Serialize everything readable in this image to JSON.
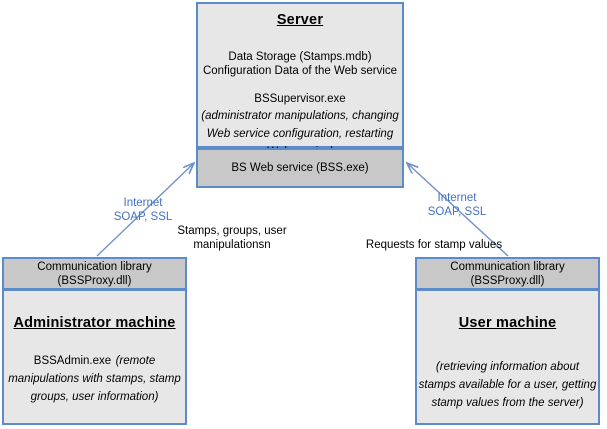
{
  "diagram": {
    "server": {
      "title": "Server",
      "paragraph_1": "Data Storage (Stamps.mdb)\nConfiguration Data of the Web service",
      "paragraph_2": "BSSupervisor.exe",
      "paragraph_2_italic": "(administrator manipulations, changing\nWeb service configuration,\nrestarting Web service)"
    },
    "web_service": {
      "text": "BS Web service\n(BSS.exe)"
    },
    "admin": {
      "library": "Communication library\n(BSSProxy.dll)",
      "title": "Administrator machine",
      "exe": "BSSAdmin.exe",
      "description": "(remote manipulations with stamps,\nstamp groups, user information)"
    },
    "user": {
      "library": "Communication library\n(BSSProxy.dll)",
      "title": "User machine",
      "description": "(retrieving information about stamps\navailable for a user, getting stamp\nvalues from the server)"
    },
    "connectors": {
      "left_protocol": "Internet\nSOAP, SSL",
      "left_flow": "Stamps, groups, user\nmanipulationsn",
      "right_protocol": "Internet\nSOAP, SSL",
      "right_flow": "Requests for stamp values"
    },
    "colors": {
      "box_border": "#5b8bc9",
      "box_fill_light": "#e7e7e7",
      "box_fill_dark": "#c8c8c8",
      "connector_line": "#6f92cc",
      "protocol_label": "#4472c4",
      "page_background": "#ffffff"
    }
  }
}
